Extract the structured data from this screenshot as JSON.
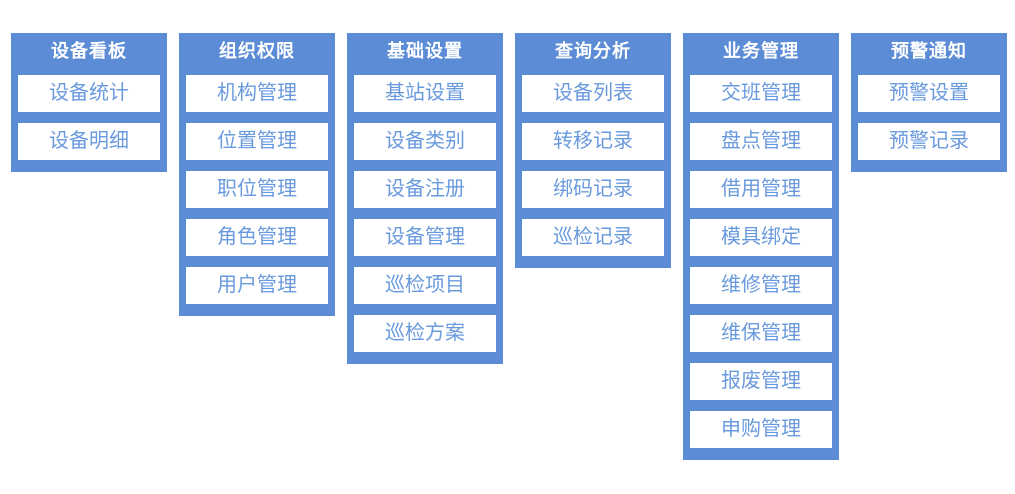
{
  "colors": {
    "column_bg": "#5b8cd5",
    "header_text": "#ffffff",
    "item_bg": "#ffffff",
    "item_text": "#6a9ade",
    "page_bg": "#ffffff"
  },
  "columns": [
    {
      "header": "设备看板",
      "items": [
        "设备统计",
        "设备明细"
      ]
    },
    {
      "header": "组织权限",
      "items": [
        "机构管理",
        "位置管理",
        "职位管理",
        "角色管理",
        "用户管理"
      ]
    },
    {
      "header": "基础设置",
      "items": [
        "基站设置",
        "设备类别",
        "设备注册",
        "设备管理",
        "巡检项目",
        "巡检方案"
      ]
    },
    {
      "header": "查询分析",
      "items": [
        "设备列表",
        "转移记录",
        "绑码记录",
        "巡检记录"
      ]
    },
    {
      "header": "业务管理",
      "items": [
        "交班管理",
        "盘点管理",
        "借用管理",
        "模具绑定",
        "维修管理",
        "维保管理",
        "报废管理",
        "申购管理"
      ]
    },
    {
      "header": "预警通知",
      "items": [
        "预警设置",
        "预警记录"
      ]
    }
  ]
}
